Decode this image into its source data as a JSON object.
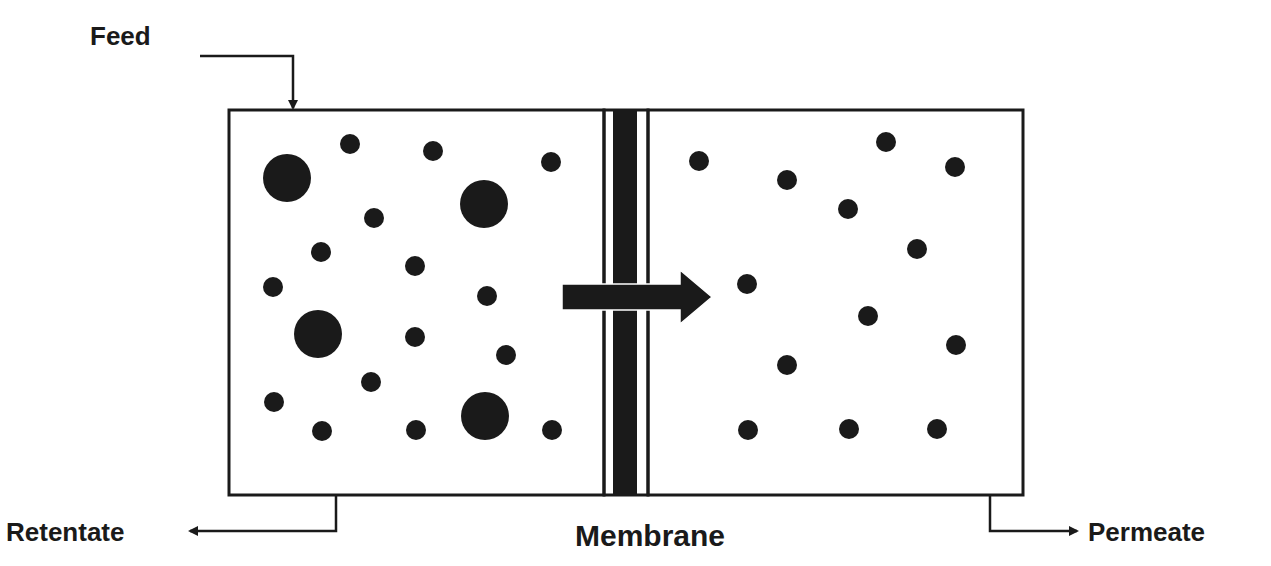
{
  "diagram": {
    "labels": [
      "Feed",
      "Retentate",
      "Membrane",
      "Permeate"
    ]
  }
}
